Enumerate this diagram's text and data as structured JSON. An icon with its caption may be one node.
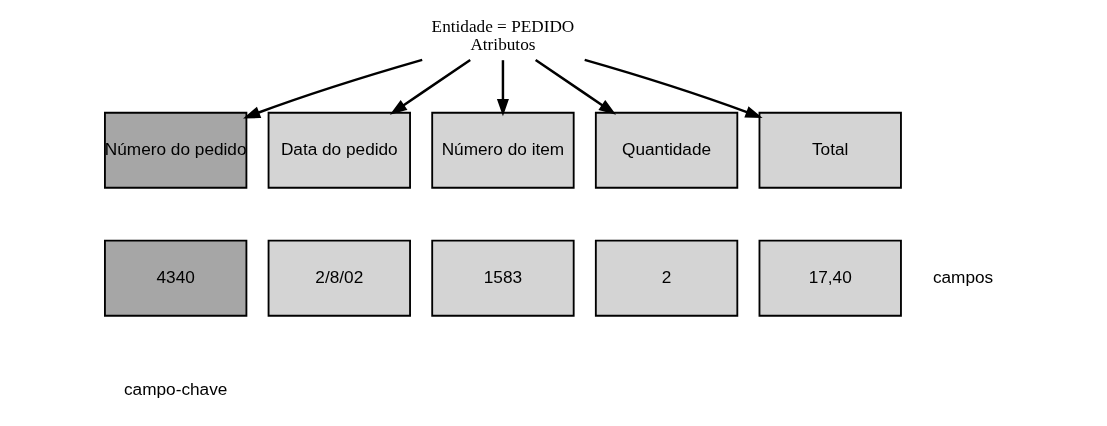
{
  "diagram": {
    "nodes": [
      {
        "text": [
          "Entidade = PEDIDO",
          "Atributos"
        ]
      },
      {
        "text": [
          "Número do pedido"
        ]
      },
      {
        "text": [
          "Data do pedido"
        ]
      },
      {
        "text": [
          "Número do item"
        ]
      },
      {
        "text": [
          "Quantidade"
        ]
      },
      {
        "text": [
          "Total"
        ]
      },
      {
        "text": [
          "4340"
        ]
      },
      {
        "text": [
          "2/8/02"
        ]
      },
      {
        "text": [
          "1583"
        ]
      },
      {
        "text": [
          "2"
        ]
      },
      {
        "text": [
          "17,40"
        ]
      }
    ],
    "edges": [
      {
        "from": 0,
        "to": 1,
        "arrow": "to"
      },
      {
        "from": 0,
        "to": 2,
        "arrow": "to"
      },
      {
        "from": 0,
        "to": 3,
        "arrow": "to"
      },
      {
        "from": 0,
        "to": 4,
        "arrow": "to"
      },
      {
        "from": 0,
        "to": 5,
        "arrow": "to"
      }
    ],
    "labels": [
      "campos",
      "campo-chave"
    ]
  }
}
